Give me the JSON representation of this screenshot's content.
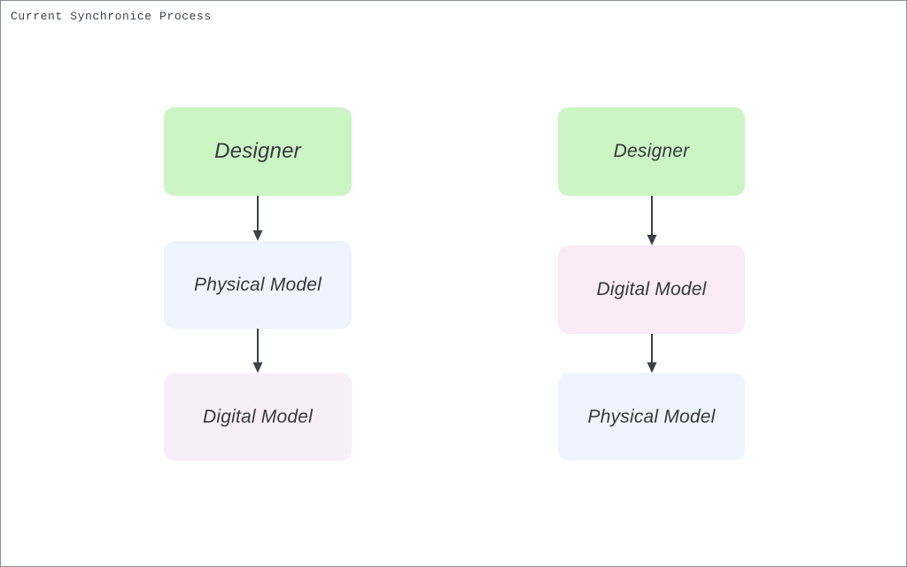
{
  "page": {
    "title": "Current Synchronice Process",
    "background_color": "#ffffff",
    "border_color": "#8a8f98"
  },
  "palette": {
    "designer_fill": "#ccf5c4",
    "physical_model_fill": "#eef4fd",
    "digital_model_fill": "#f8eef8",
    "digital_model_fill_alt": "#faebf6",
    "text_color": "#35393f",
    "arrow_color": "#3d4147"
  },
  "diagram": {
    "type": "flowchart",
    "columns": [
      {
        "name": "left-flow",
        "nodes": [
          {
            "id": "l1",
            "label": "Designer",
            "fill": "#ccf5c4"
          },
          {
            "id": "l2",
            "label": "Physical Model",
            "fill": "#eef4fd"
          },
          {
            "id": "l3",
            "label": "Digital Model",
            "fill": "#f8eef8"
          }
        ],
        "edges": [
          {
            "id": "conn-l1",
            "from": "l1",
            "to": "l2",
            "style": "solid-arrow"
          },
          {
            "id": "conn-l2",
            "from": "l2",
            "to": "l3",
            "style": "solid-arrow"
          }
        ]
      },
      {
        "name": "right-flow",
        "nodes": [
          {
            "id": "r1",
            "label": "Designer",
            "fill": "#ccf5c4"
          },
          {
            "id": "r2",
            "label": "Digital Model",
            "fill": "#faebf6"
          },
          {
            "id": "r3",
            "label": "Physical Model",
            "fill": "#eef4fd"
          }
        ],
        "edges": [
          {
            "id": "conn-r1",
            "from": "r1",
            "to": "r2",
            "style": "solid-arrow"
          },
          {
            "id": "conn-r2",
            "from": "r2",
            "to": "r3",
            "style": "solid-arrow"
          }
        ]
      }
    ]
  }
}
